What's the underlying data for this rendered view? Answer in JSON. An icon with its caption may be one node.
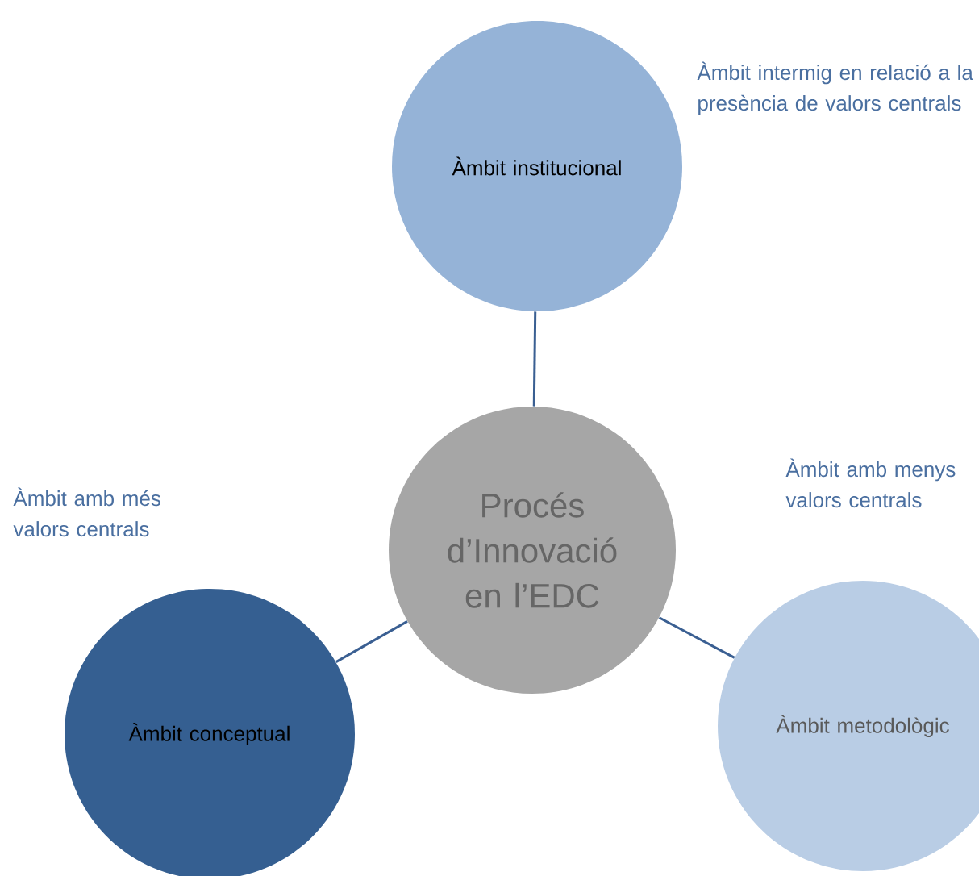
{
  "diagram": {
    "nodes": [
      {
        "text": [
          "Procés d’Innovació en l’EDC"
        ]
      },
      {
        "text": [
          "Àmbit institucional"
        ],
        "beside": [
          "Àmbit intermig en relació a la presència de valors centrals"
        ]
      },
      {
        "text": [
          "Àmbit conceptual"
        ],
        "beside": [
          "Àmbit amb més valors centrals"
        ]
      },
      {
        "text": [
          "Àmbit metodològic"
        ],
        "beside": [
          "Àmbit amb menys valors centrals"
        ]
      }
    ],
    "edges": [
      {
        "from": 0,
        "to": 1,
        "arrow": "none"
      },
      {
        "from": 0,
        "to": 2,
        "arrow": "none"
      },
      {
        "from": 0,
        "to": 3,
        "arrow": "none"
      }
    ]
  }
}
